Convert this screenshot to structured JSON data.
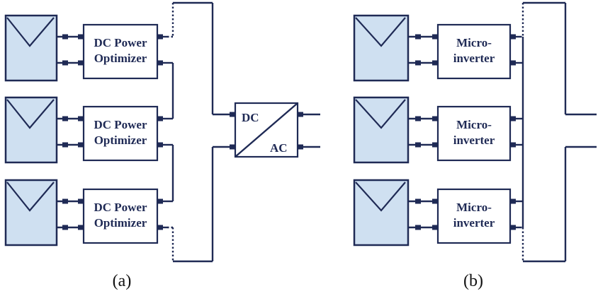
{
  "colors": {
    "line": "#1f2a55",
    "panel_fill": "#cfe0f1",
    "box_fill": "#ffffff"
  },
  "icons": {
    "solar_panel": "solar-panel-icon",
    "inverter": "dc-ac-inverter-icon"
  },
  "panel_a": {
    "caption": "(a)",
    "optimizers": [
      {
        "line1": "DC Power",
        "line2": "Optimizer"
      },
      {
        "line1": "DC Power",
        "line2": "Optimizer"
      },
      {
        "line1": "DC Power",
        "line2": "Optimizer"
      }
    ],
    "inverter": {
      "dc_label": "DC",
      "ac_label": "AC"
    }
  },
  "panel_b": {
    "caption": "(b)",
    "microinverters": [
      {
        "line1": "Micro-",
        "line2": "inverter"
      },
      {
        "line1": "Micro-",
        "line2": "inverter"
      },
      {
        "line1": "Micro-",
        "line2": "inverter"
      }
    ]
  }
}
